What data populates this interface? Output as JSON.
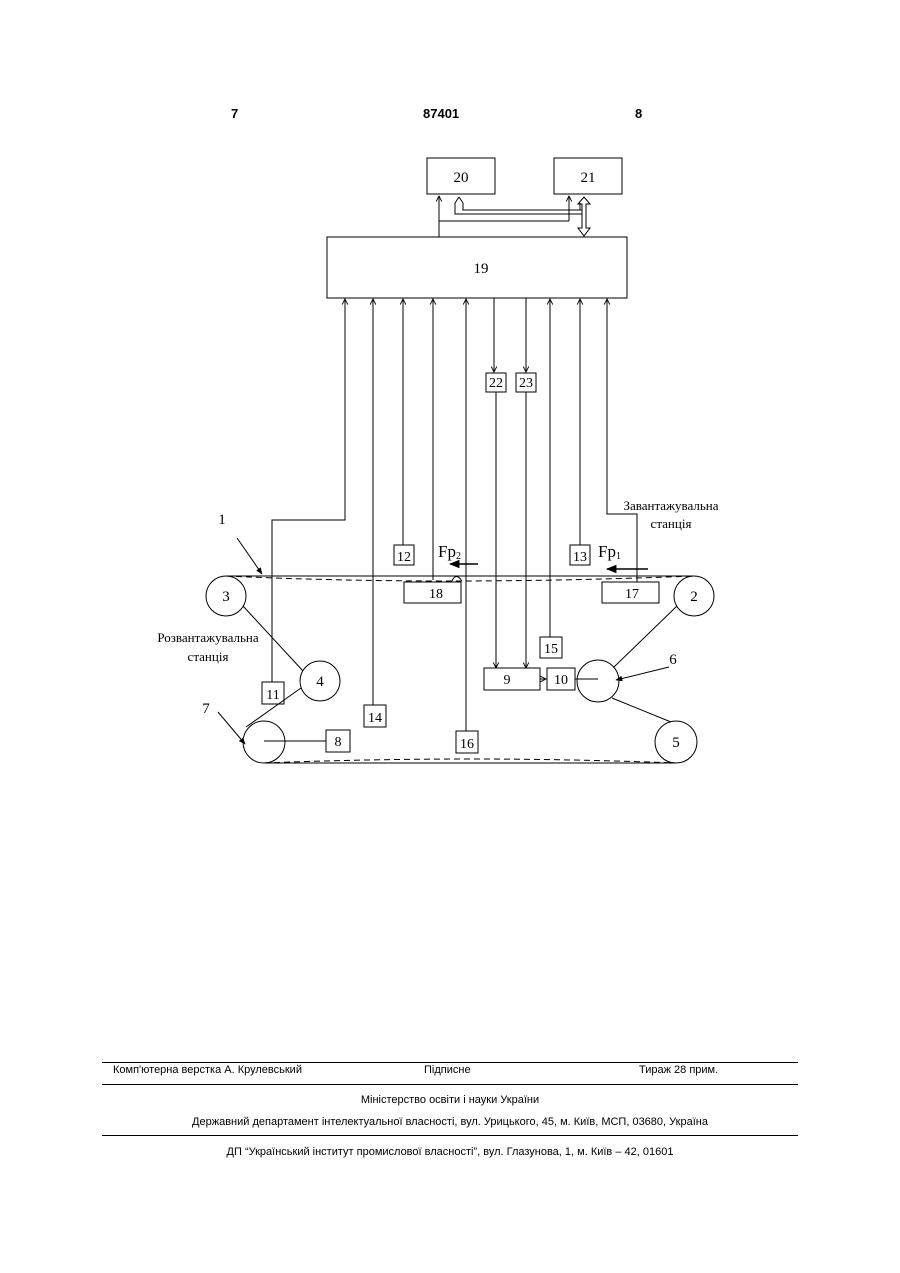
{
  "header": {
    "page_left": "7",
    "patent_number": "87401",
    "page_right": "8"
  },
  "diagram": {
    "blocks": {
      "b20": "20",
      "b21": "21",
      "b19": "19",
      "b22": "22",
      "b23": "23",
      "b12": "12",
      "b13": "13",
      "b18": "18",
      "b17": "17",
      "b15": "15",
      "b9": "9",
      "b10": "10",
      "b11": "11",
      "b14": "14",
      "b16": "16",
      "b8": "8"
    },
    "rollers": {
      "r2": "2",
      "r3": "3",
      "r4": "4",
      "r5": "5"
    },
    "pointers": {
      "p1": "1",
      "p6": "6",
      "p7": "7"
    },
    "forces": {
      "fp1_base": "Fp",
      "fp1_sub": "1",
      "fp2_base": "Fp",
      "fp2_sub": "2"
    },
    "stations": {
      "loading_line1": "Завантажувальна",
      "loading_line2": "станція",
      "unloading_line1": "Розвантажувальна",
      "unloading_line2": "станція"
    }
  },
  "footer": {
    "typesetter": "Комп'ютерна верстка А. Крулевський",
    "signed": "Підписне",
    "circulation": "Тираж 28 прим.",
    "ministry": "Міністерство освіти і науки України",
    "department": "Державний департамент інтелектуальної власності, вул. Урицького, 45, м. Київ, МСП, 03680, Україна",
    "institute": "ДП “Український інститут промислової власності”, вул. Глазунова, 1, м. Київ – 42, 01601"
  }
}
